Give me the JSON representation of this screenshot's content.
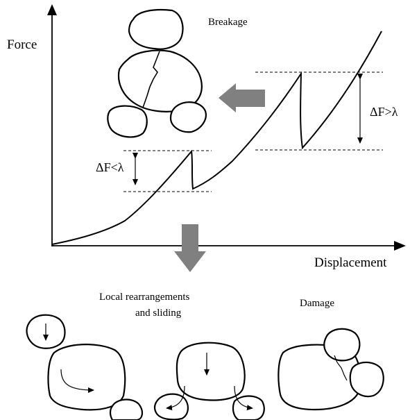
{
  "axes": {
    "y_label": "Force",
    "x_label": "Displacement"
  },
  "annotations": {
    "breakage": "Breakage",
    "delta_small": "ΔF<λ",
    "delta_large": "ΔF>λ",
    "rearrangement_line1": "Local rearrangements",
    "rearrangement_line2": "and sliding",
    "damage": "Damage"
  },
  "colors": {
    "ink": "#000000",
    "arrow_fill": "#808080"
  }
}
